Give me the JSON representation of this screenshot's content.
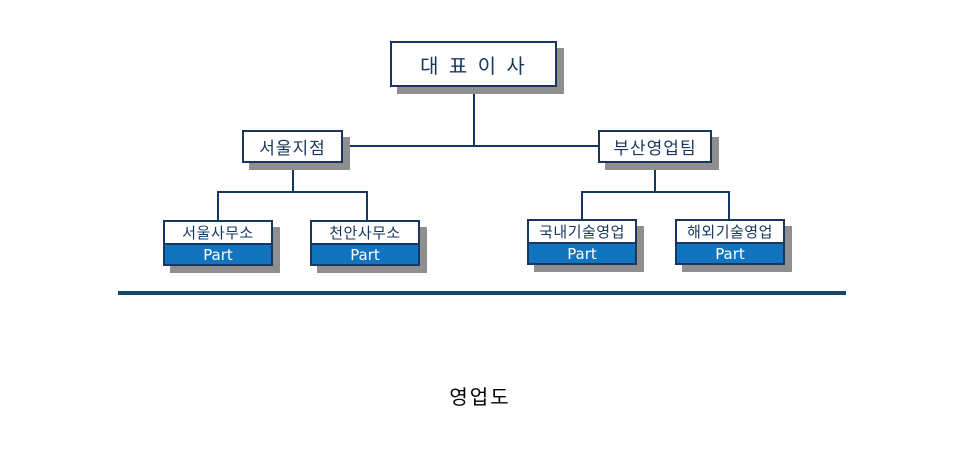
{
  "diagram": {
    "caption": "영업도",
    "root": {
      "label": "대 표 이 사"
    },
    "level2": [
      {
        "label": "서울지점"
      },
      {
        "label": "부산영업팀"
      }
    ],
    "level3": [
      {
        "label": "서울사무소",
        "part": "Part"
      },
      {
        "label": "천안사무소",
        "part": "Part"
      },
      {
        "label": "국내기술영업",
        "part": "Part"
      },
      {
        "label": "해외기술영업",
        "part": "Part"
      }
    ],
    "colors": {
      "box_border": "#17375E",
      "box_text": "#17375E",
      "part_fill": "#1273BE",
      "part_text": "#FFFFFF",
      "shadow": "#8F8F8F",
      "connector": "#17375E",
      "baseline": "#17456E",
      "caption_text": "#000000"
    }
  }
}
